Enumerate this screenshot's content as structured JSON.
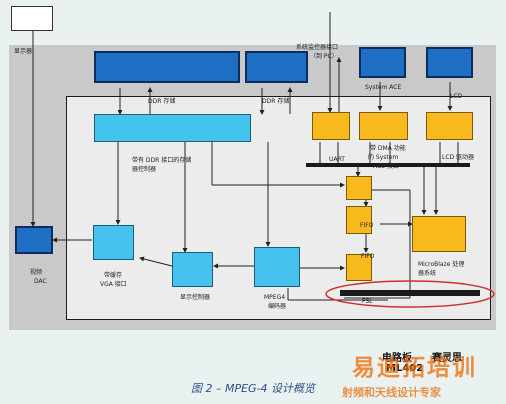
{
  "labels": {
    "display": "显示器",
    "debug_port": "系统监控器接口",
    "debug_port_pc": "（到 PC）",
    "ddr_a": "DDR 存储",
    "ddr_b": "DDR 存储",
    "system_ace": "System ACE",
    "lcd": "LCD",
    "ddr_controller_1": "带有 DDR 接口的存储",
    "ddr_controller_2": "器控制器",
    "uart": "UART",
    "dma": "带 DMA 功能",
    "dma_2": "的 System",
    "ace_ctrl": "ACE 接口",
    "lcd_driver": "LCD 驱动器",
    "video_dac_1": "视频",
    "video_dac_2": "DAC",
    "vga_1": "带缓存",
    "vga_2": "VGA 接口",
    "display_ctrl": "显示控制器",
    "mpeg4_1": "MPEG4",
    "mpeg4_2": "编码器",
    "fifo_1": "FIFO",
    "fifo_2": "FIFO",
    "microblaze_1": "MicroBlaze 处理",
    "microblaze_2": "器系统",
    "bus": "FSL",
    "board_1": "电路板",
    "board_2": "赛灵思",
    "board_3": "ML402",
    "caption": "图 2 – MPEG-4 设计概览",
    "watermark_1": "易迪拓培训",
    "watermark_2": "射频和天线设计专家"
  },
  "colors": {
    "navy": "#1e6fc4",
    "cyan": "#45c3ee",
    "orange": "#f7b91b",
    "highlight": "#d0302a"
  }
}
